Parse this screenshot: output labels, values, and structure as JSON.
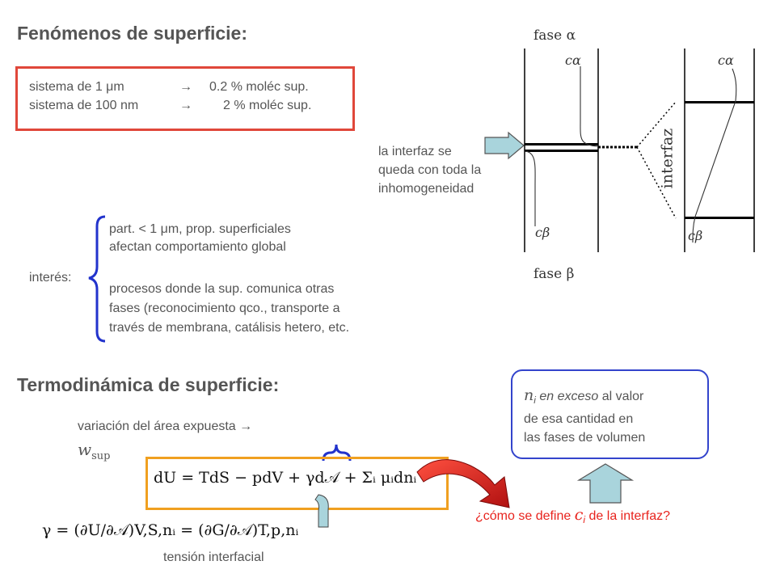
{
  "titles": {
    "surface_phenomena": "Fenómenos de superficie:",
    "surface_thermo": "Termodinámica de superficie:"
  },
  "system_box": {
    "row1_label": "sistema de 1 μm",
    "row1_arrow": "→",
    "row1_value": "0.2 % moléc sup.",
    "row2_label": "sistema de 100 nm",
    "row2_arrow": "→",
    "row2_value": "2 % moléc sup."
  },
  "interface_note": {
    "line1": "la interfaz se",
    "line2": "queda con toda la",
    "line3": "inhomogeneidad"
  },
  "interest": {
    "label": "interés:",
    "item1_line1": "part. < 1 μm, prop. superficiales",
    "item1_line2": "afectan comportamiento global",
    "item2_line1": "procesos donde la sup. comunica otras",
    "item2_line2": "fases (reconocimiento qco., transporte a",
    "item2_line3": "través de membrana, catálisis hetero, etc."
  },
  "figure": {
    "phase_alpha": "fase α",
    "phase_beta": "fase β",
    "c_alpha_left": "cα",
    "c_beta_left": "cβ",
    "c_alpha_right": "cα",
    "c_beta_right": "cβ",
    "interface_label": "interfaz"
  },
  "thermo": {
    "area_variation": "variación del área expuesta →",
    "w_sup": "w",
    "w_sub": "sup",
    "fundamental_eq": "dU = TdS − pdV + γd𝒜 + Σᵢ μᵢdnᵢ",
    "gamma_eq": "γ = (∂U/∂𝒜)V,S,nᵢ = (∂G/∂𝒜)T,p,nᵢ",
    "tension_label": "tensión interfacial"
  },
  "excess_box": {
    "n_symbol": "n",
    "n_sub": "i",
    "line1_em": "en exceso",
    "line1_rest": "al valor",
    "line2": "de esa cantidad en",
    "line3": "las fases de volumen"
  },
  "question": {
    "pre": "¿cómo se define",
    "c": "c",
    "c_sub": "i",
    "post": "de la interfaz?"
  },
  "colors": {
    "red_box": "#e0473a",
    "orange_box": "#f0a020",
    "blue_box": "#3344cc",
    "arrow_fill": "#a9d4dc",
    "brace": "#2233cc",
    "question": "#e8231d"
  }
}
